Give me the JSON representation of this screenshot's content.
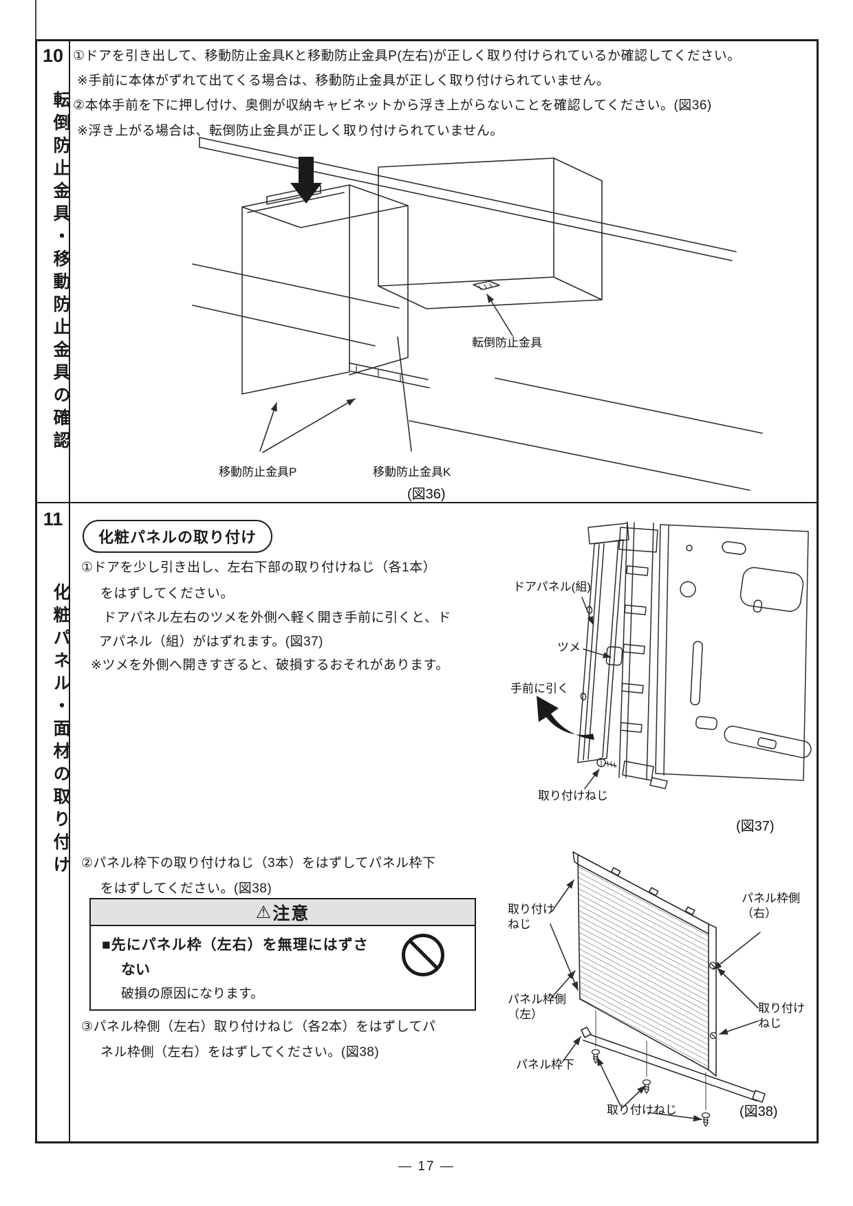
{
  "page": {
    "number": "— 17 —"
  },
  "section10": {
    "number": "10",
    "title": "転倒防止金具・移動防止金具の確認",
    "lines": [
      "①ドアを引き出して、移動防止金具Kと移動防止金具P(左右)が正しく取り付けられているか確認してください。",
      "※手前に本体がずれて出てくる場合は、移動防止金具が正しく取り付けられていません。",
      "②本体手前を下に押し付け、奥側が収納キャビネットから浮き上がらないことを確認してください。(図36)",
      "※浮き上がる場合は、転倒防止金具が正しく取り付けられていません。"
    ],
    "fig36": {
      "label_tentou": "転倒防止金具",
      "label_p": "移動防止金具P",
      "label_k": "移動防止金具K",
      "caption": "(図36)"
    }
  },
  "section11": {
    "number": "11",
    "title": "化粧パネル・面材の取り付け",
    "heading": "化粧パネルの取り付け",
    "step1": [
      "①ドアを少し引き出し、左右下部の取り付けねじ（各1本）",
      "をはずしてください。",
      "ドアパネル左右のツメを外側へ軽く開き手前に引くと、ド",
      "アパネル（組）がはずれます。(図37)",
      "※ツメを外側へ開きすぎると、破損するおそれがあります。"
    ],
    "step2": [
      "②パネル枠下の取り付けねじ（3本）をはずしてパネル枠下",
      "をはずしてください。(図38)"
    ],
    "caution": {
      "warn_icon": "⚠",
      "header": "注意",
      "line1": "■先にパネル枠（左右）を無理にはずさ",
      "line2": "ない",
      "line3": "破損の原因になります。"
    },
    "step3": [
      "③パネル枠側（左右）取り付けねじ（各2本）をはずしてパ",
      "ネル枠側（左右）をはずしてください。(図38)"
    ],
    "fig37": {
      "label_doorpanel": "ドアパネル(組)",
      "label_tsume": "ツメ",
      "label_pull": "手前に引く",
      "label_screw": "取り付けねじ",
      "caption": "(図37)"
    },
    "fig38": {
      "label_screw_left": "取り付け\nねじ",
      "label_side_right": "パネル枠側\n（右）",
      "label_screw_right": "取り付け\nねじ",
      "label_side_left": "パネル枠側\n（左）",
      "label_bottom_rail": "パネル枠下",
      "label_screw_bottom": "取り付けねじ",
      "caption": "(図38)"
    }
  }
}
